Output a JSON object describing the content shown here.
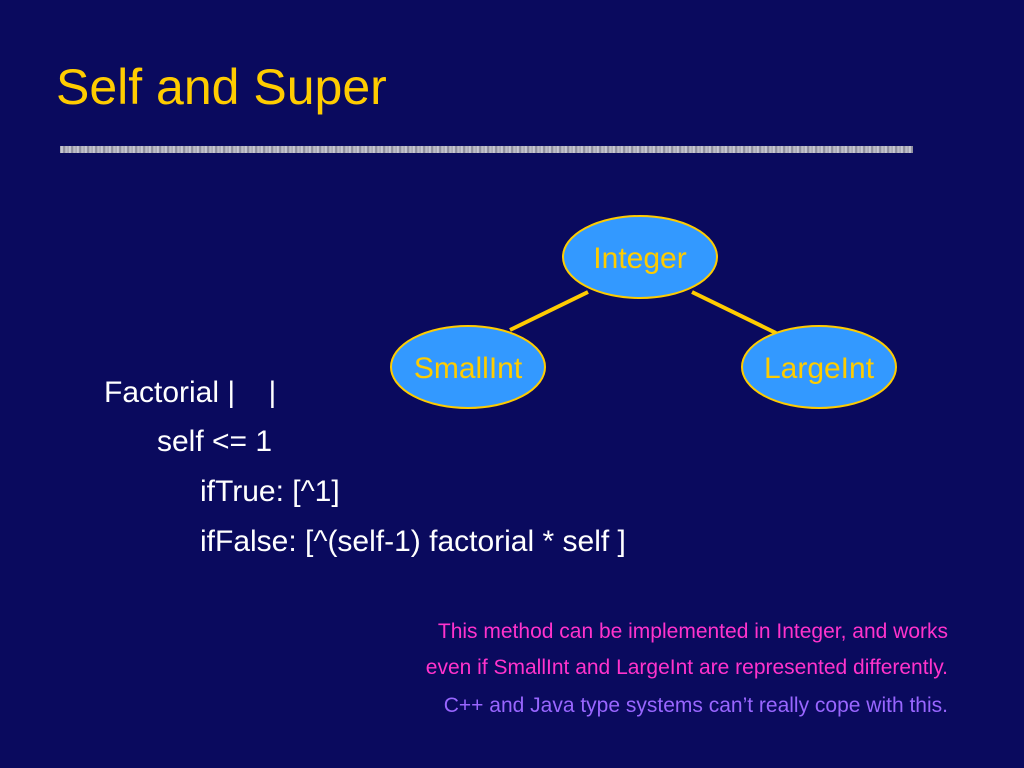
{
  "slide": {
    "title": "Self and Super"
  },
  "diagram": {
    "nodes": {
      "root": "Integer",
      "left": "SmallInt",
      "right": "LargeInt"
    },
    "colors": {
      "node_fill": "#3399ff",
      "node_stroke": "#ffcc00",
      "edge": "#ffcc00",
      "label": "#ffcc00"
    }
  },
  "code": {
    "line1": "Factorial |    |",
    "line2": "self <= 1",
    "line3": "ifTrue: [^1]",
    "line4": "ifFalse: [^(self-1) factorial * self ]"
  },
  "notes": {
    "line1": "This method can be implemented in Integer, and works",
    "line2": "even if SmallInt and LargeInt are represented differently.",
    "line3": "C++ and Java type systems can’t really cope with this."
  },
  "colors": {
    "background": "#0a0a5e",
    "title": "#ffcc00",
    "code": "#ffffff",
    "note_magenta": "#ff33cc",
    "note_violet": "#9966ff"
  }
}
